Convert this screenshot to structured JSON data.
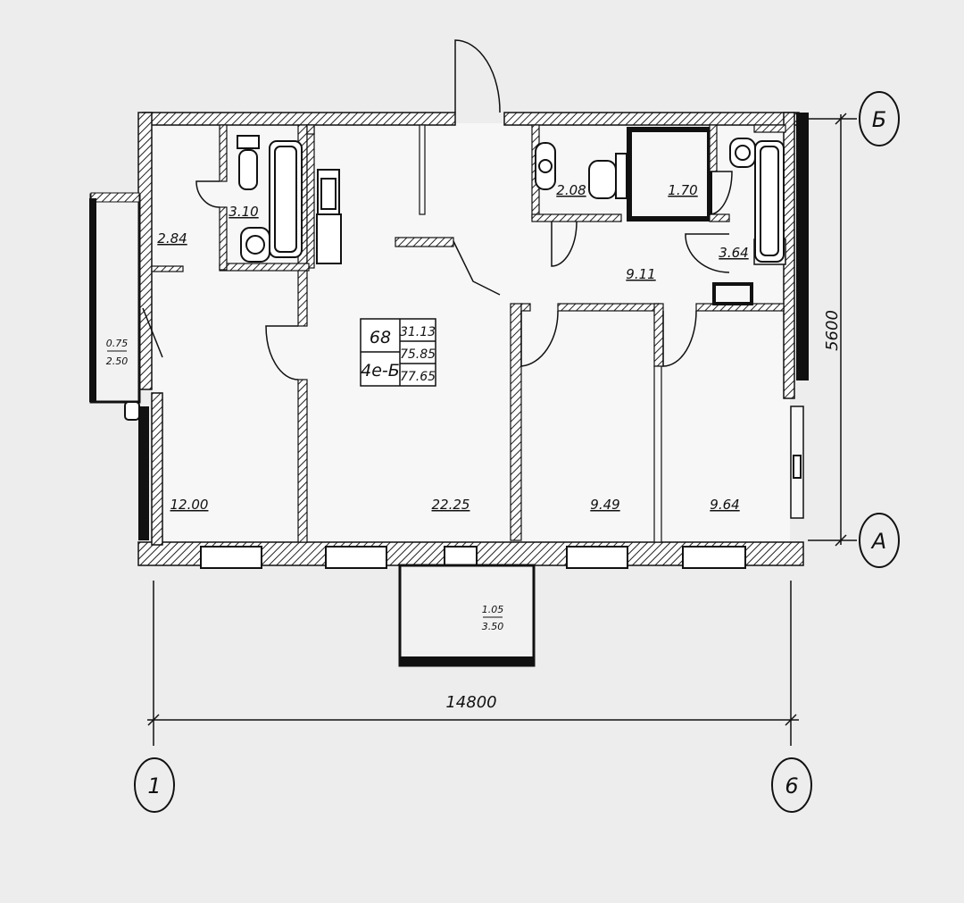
{
  "rooms": [
    {
      "id": "corridor",
      "area": "2.84"
    },
    {
      "id": "bath-left",
      "area": "3.10"
    },
    {
      "id": "room-left",
      "area": "12.00"
    },
    {
      "id": "living",
      "area": "22.25"
    },
    {
      "id": "wc",
      "area": "2.08"
    },
    {
      "id": "storage",
      "area": "1.70"
    },
    {
      "id": "bath-right",
      "area": "3.64"
    },
    {
      "id": "hall",
      "area": "9.11"
    },
    {
      "id": "room-mid",
      "area": "9.49"
    },
    {
      "id": "room-right",
      "area": "9.64"
    }
  ],
  "loggias": [
    {
      "id": "loggia-west",
      "top": "0.75",
      "bottom": "2.50"
    },
    {
      "id": "loggia-south",
      "top": "1.05",
      "bottom": "3.50"
    }
  ],
  "apartment": {
    "number": "68",
    "type": "4е-Б",
    "living_area": "31.13",
    "total_area": "75.85",
    "total_area_with_loggias": "77.65"
  },
  "dimensions": {
    "width": "14800",
    "depth": "5600"
  },
  "axes": {
    "left": "1",
    "right": "6",
    "top": "Б",
    "bottom": "А"
  }
}
